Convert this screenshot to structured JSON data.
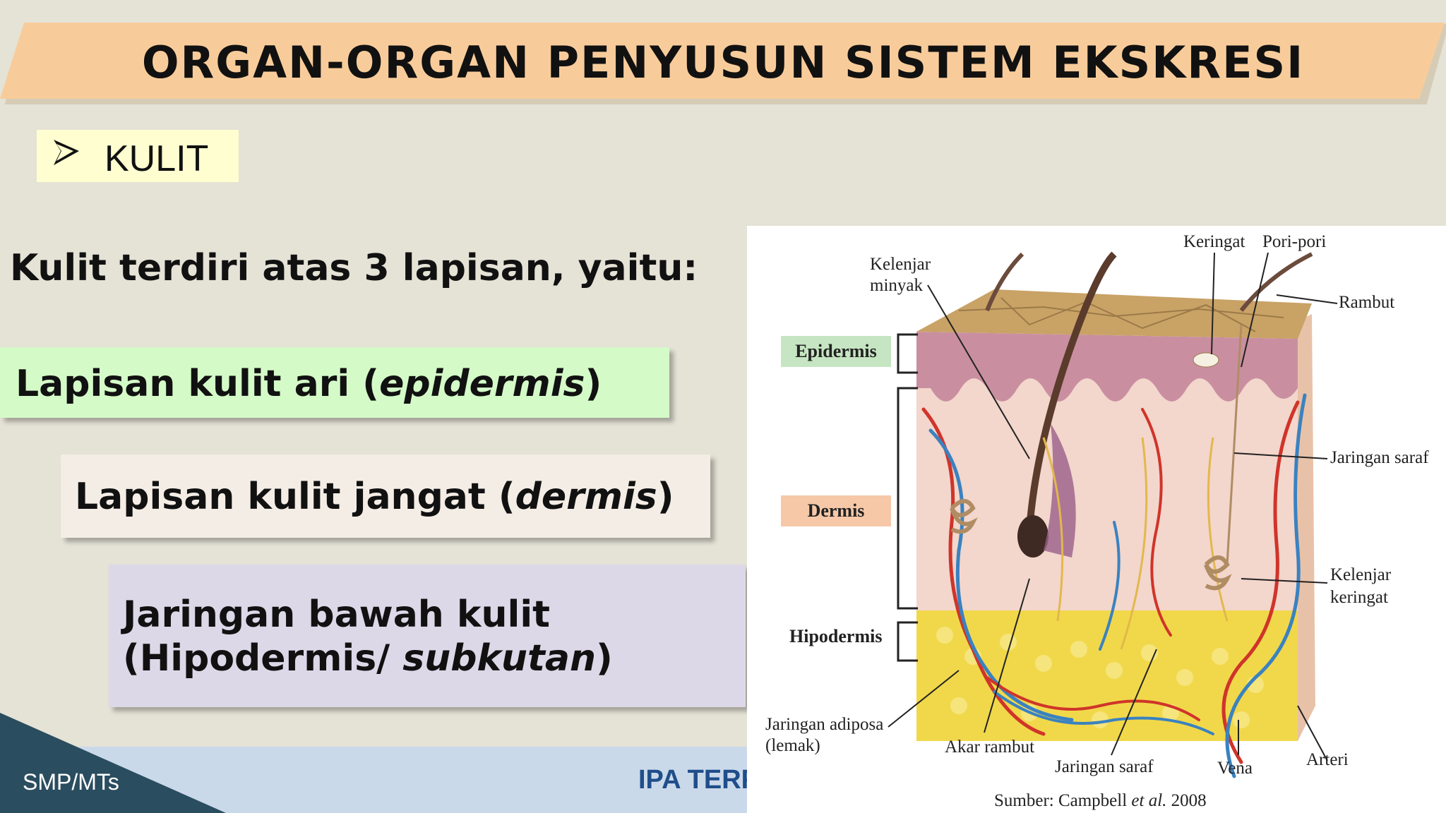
{
  "title": "ORGAN-ORGAN PENYUSUN SISTEM EKSKRESI",
  "section": {
    "label": "KULIT",
    "icon": "arrow-bullet-icon"
  },
  "intro": "Kulit terdiri atas 3 lapisan, yaitu:",
  "layers": [
    {
      "prefix": "Lapisan kulit ari (",
      "italic": "epidermis",
      "suffix": ")",
      "color": "#d4fac8"
    },
    {
      "prefix": "Lapisan kulit jangat (",
      "italic": "dermis",
      "suffix": ")",
      "color": "#f4ede6"
    },
    {
      "line1": "Jaringan bawah kulit",
      "prefix": "(Hipodermis/ ",
      "italic": "subkutan",
      "suffix": ")",
      "color": "#ddd8e8"
    }
  ],
  "footer": {
    "left": "SMP/MTs",
    "right": "IPA TERPADU"
  },
  "figure": {
    "layer_labels": {
      "epidermis": "Epidermis",
      "dermis": "Dermis",
      "hipodermis": "Hipodermis"
    },
    "labels": {
      "kelenjar_minyak_1": "Kelenjar",
      "kelenjar_minyak_2": "minyak",
      "keringat": "Keringat",
      "pori_pori": "Pori-pori",
      "rambut": "Rambut",
      "jaringan_saraf_right": "Jaringan saraf",
      "kelenjar_keringat_1": "Kelenjar",
      "kelenjar_keringat_2": "keringat",
      "jaringan_adiposa_1": "Jaringan adiposa",
      "jaringan_adiposa_2": "(lemak)",
      "akar_rambut": "Akar rambut",
      "jaringan_saraf_bottom": "Jaringan saraf",
      "vena": "Vena",
      "arteri": "Arteri"
    },
    "source_prefix": "Sumber: Campbell ",
    "source_italic": "et al.",
    "source_suffix": " 2008",
    "colors": {
      "epidermis_tag": "#c6e5c2",
      "dermis_tag": "#f6c8a8",
      "artery": "#d0342a",
      "vein": "#3a82c0",
      "fat": "#f1d84a"
    }
  }
}
